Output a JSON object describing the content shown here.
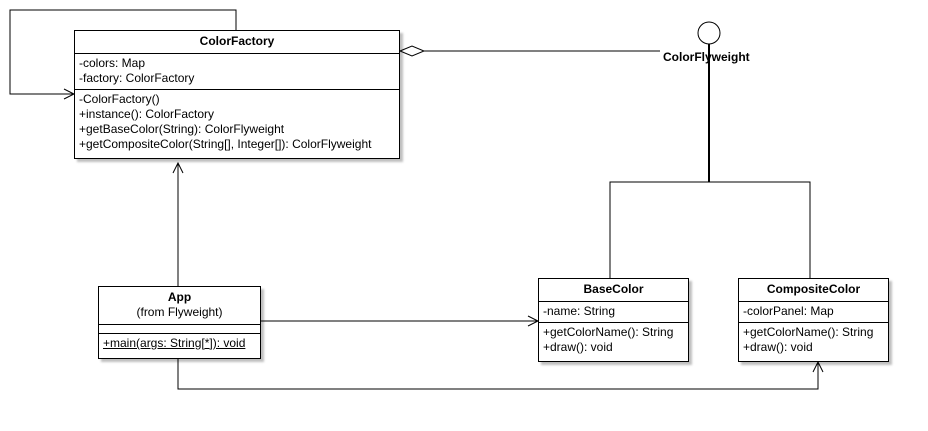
{
  "classes": {
    "color_factory": {
      "name": "ColorFactory",
      "attributes": [
        "-colors: Map",
        "-factory: ColorFactory"
      ],
      "operations": [
        "-ColorFactory()",
        "+instance(): ColorFactory",
        "+getBaseColor(String): ColorFlyweight",
        "+getCompositeColor(String[], Integer[]): ColorFlyweight"
      ]
    },
    "app": {
      "name": "App",
      "subtitle": "(from Flyweight)",
      "operations": [
        "+main(args: String[*]): void"
      ]
    },
    "base_color": {
      "name": "BaseColor",
      "attributes": [
        "-name: String"
      ],
      "operations": [
        "+getColorName(): String",
        "+draw(): void"
      ]
    },
    "composite_color": {
      "name": "CompositeColor",
      "attributes": [
        "-colorPanel: Map"
      ],
      "operations": [
        "+getColorName(): String",
        "+draw(): void"
      ]
    }
  },
  "interface": {
    "name": "ColorFlyweight"
  }
}
